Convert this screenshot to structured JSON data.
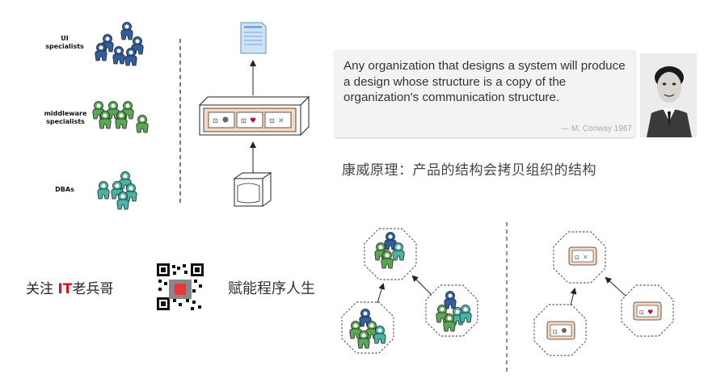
{
  "left_diagram": {
    "teams": [
      {
        "label": "UI\nspecialists",
        "color": "#2f5f9e"
      },
      {
        "label": "middleware\nspecialists",
        "color": "#5aa855"
      },
      {
        "label": "DBAs",
        "color": "#49b3a6"
      }
    ]
  },
  "quote": {
    "text": "Any organization that designs a system will produce a design whose structure is a copy of the organization's communication structure.",
    "author": "— M. Conway 1967"
  },
  "caption": "康威原理：产品的结构会拷贝组织的结构",
  "footer": {
    "follow_prefix": "关注 ",
    "logo_text": "IT",
    "follow_suffix": "老兵哥",
    "tagline": "赋能程序人生"
  }
}
